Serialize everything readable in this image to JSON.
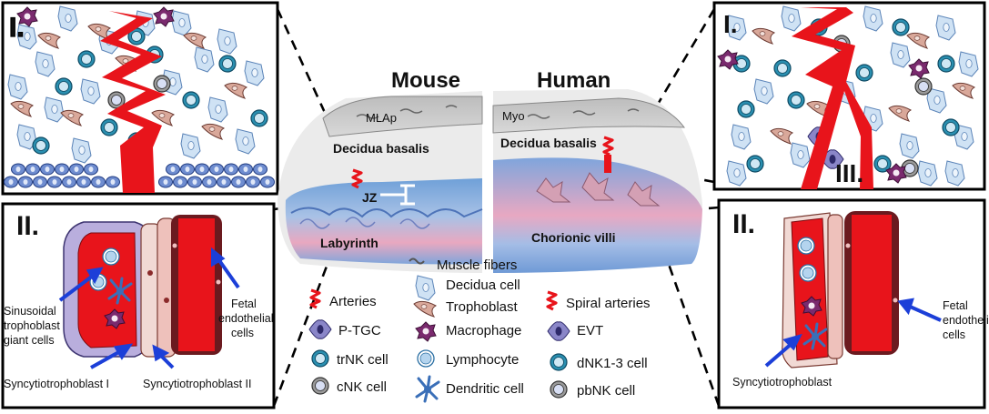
{
  "panels": {
    "mouse_title": "Mouse",
    "human_title": "Human",
    "mouse_I": "I.",
    "mouse_II": "II.",
    "human_I": "I.",
    "human_II": "II.",
    "human_III": "III."
  },
  "mouse_labels": {
    "mlap": "MLAp",
    "decidua": "Decidua basalis",
    "jz": "JZ",
    "labyrinth": "Labyrinth"
  },
  "human_labels": {
    "myo": "Myo",
    "decidua": "Decidua basalis",
    "villi": "Chorionic villi"
  },
  "mouse_II_labels": {
    "sinusoidal": [
      "Sinusoidal",
      "trophoblast",
      "giant cells"
    ],
    "fetal": [
      "Fetal",
      "endothelial",
      "cells"
    ],
    "syncytio_I": "Syncytiotrophoblast I",
    "syncytio_II": "Syncytiotrophoblast II"
  },
  "human_II_labels": {
    "fetal": [
      "Fetal",
      "endothelial",
      "cells"
    ],
    "syncytio": "Syncytiotrophoblast"
  },
  "legend": {
    "muscle": "Muscle fibers",
    "arteries": "Arteries",
    "decidua_cell": "Decidua cell",
    "spiral": "Spiral arteries",
    "ptgc": "P-TGC",
    "trophoblast": "Trophoblast",
    "evt": "EVT",
    "macrophage": "Macrophage",
    "trnk": "trNK cell",
    "dnk": "dNK1-3 cell",
    "lymphocyte": "Lymphocyte",
    "cnk": "cNK cell",
    "pbnk": "pbNK cell",
    "dendritic": "Dendritic cell"
  },
  "colors": {
    "artery_red": "#e8141b",
    "decidua_blue": "#c7dcef",
    "trnk_teal": "#2a8fb0",
    "trophoblast_pink": "#d9a89a",
    "macrophage_purple": "#7a2a6e",
    "cnk_gray": "#9a9a9a",
    "stgc_lavender": "#9b8fc0",
    "fetal_maroon": "#6b1a1f"
  }
}
